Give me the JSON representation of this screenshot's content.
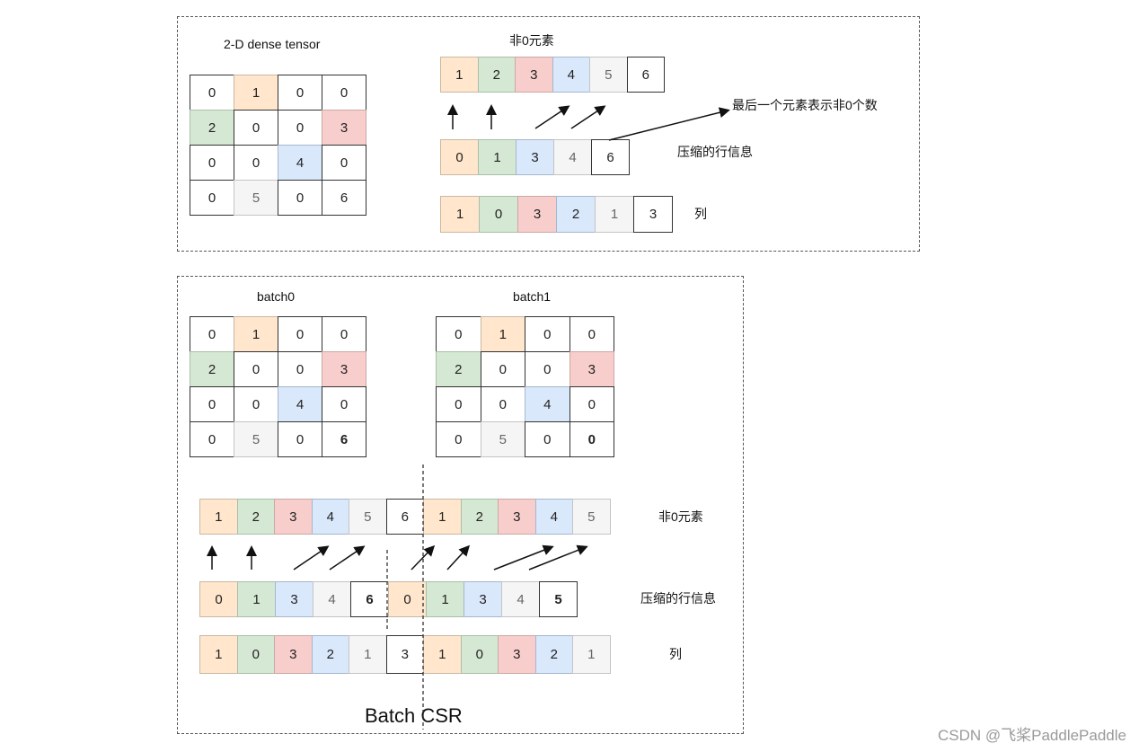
{
  "top": {
    "dense_title": "2-D dense tensor",
    "dense_matrix": [
      [
        "0",
        "1",
        "0",
        "0"
      ],
      [
        "2",
        "0",
        "0",
        "3"
      ],
      [
        "0",
        "0",
        "4",
        "0"
      ],
      [
        "0",
        "5",
        "0",
        "6"
      ]
    ],
    "nonzero_title": "非0元素",
    "values": [
      "1",
      "2",
      "3",
      "4",
      "5",
      "6"
    ],
    "crows": [
      "0",
      "1",
      "3",
      "4",
      "6"
    ],
    "cols": [
      "1",
      "0",
      "3",
      "2",
      "1",
      "3"
    ],
    "crows_label": "压缩的行信息",
    "cols_label": "列",
    "annotation": "最后一个元素表示非0个数"
  },
  "bottom": {
    "batch0_title": "batch0",
    "batch1_title": "batch1",
    "batch0_matrix": [
      [
        "0",
        "1",
        "0",
        "0"
      ],
      [
        "2",
        "0",
        "0",
        "3"
      ],
      [
        "0",
        "0",
        "4",
        "0"
      ],
      [
        "0",
        "5",
        "0",
        "6"
      ]
    ],
    "batch1_matrix": [
      [
        "0",
        "1",
        "0",
        "0"
      ],
      [
        "2",
        "0",
        "0",
        "3"
      ],
      [
        "0",
        "0",
        "4",
        "0"
      ],
      [
        "0",
        "5",
        "0",
        "0"
      ]
    ],
    "values": [
      "1",
      "2",
      "3",
      "4",
      "5",
      "6",
      "1",
      "2",
      "3",
      "4",
      "5"
    ],
    "crows": [
      "0",
      "1",
      "3",
      "4",
      "6",
      "0",
      "1",
      "3",
      "4",
      "5"
    ],
    "cols": [
      "1",
      "0",
      "3",
      "2",
      "1",
      "3",
      "1",
      "0",
      "3",
      "2",
      "1"
    ],
    "values_label": "非0元素",
    "crows_label": "压缩的行信息",
    "cols_label": "列",
    "caption": "Batch CSR"
  },
  "footer": {
    "watermark": "CSDN @飞桨PaddlePaddle"
  },
  "colors": {
    "orange": "#ffe6cc",
    "green": "#d5e8d4",
    "red": "#f8cecc",
    "blue": "#dae8fc",
    "gray": "#f5f5f5",
    "white": "#ffffff"
  }
}
